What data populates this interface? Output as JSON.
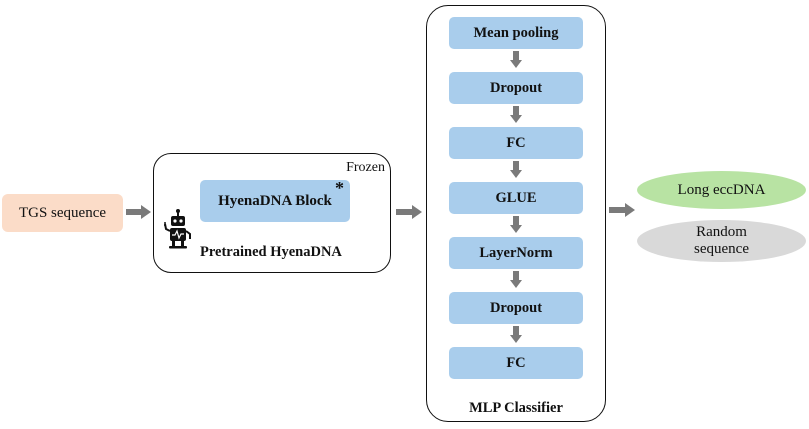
{
  "input": {
    "label": "TGS sequence"
  },
  "pretrained": {
    "frozen_label": "Frozen",
    "block_label": "HyenaDNA Block",
    "block_marker": "*",
    "panel_label": "Pretrained HyenaDNA",
    "icon": "robot-icon"
  },
  "mlp": {
    "layers": [
      "Mean pooling",
      "Dropout",
      "FC",
      "GLUE",
      "LayerNorm",
      "Dropout",
      "FC"
    ],
    "panel_label": "MLP Classifier"
  },
  "outputs": {
    "positive": "Long eccDNA",
    "negative_line1": "Random",
    "negative_line2": "sequence"
  },
  "colors": {
    "input_fill": "#fbdcc8",
    "layer_fill": "#a9cdec",
    "positive_fill": "#b8e3a3",
    "negative_fill": "#d9d9d9",
    "arrow": "#7a7a7a"
  }
}
